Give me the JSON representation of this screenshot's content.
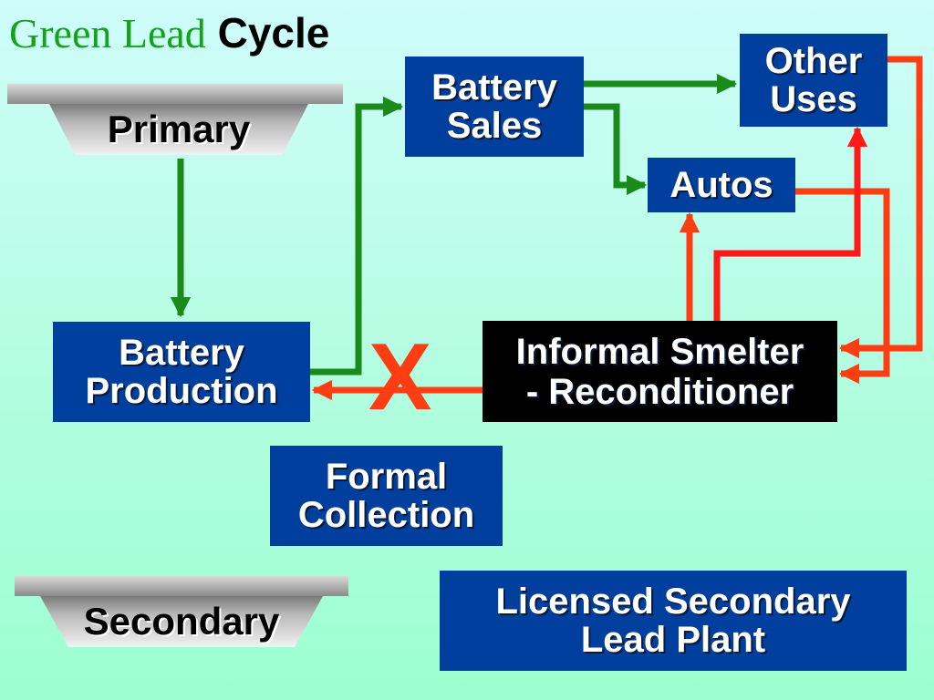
{
  "title": {
    "part1": "Green Lead",
    "part2": "Cycle"
  },
  "tiers": {
    "primary": "Primary",
    "secondary": "Secondary"
  },
  "boxes": {
    "battery_sales": "Battery\nSales",
    "other_uses": "Other\nUses",
    "autos": "Autos",
    "battery_production": "Battery\nProduction",
    "informal_smelter": "Informal Smelter\n- Reconditioner",
    "formal_collection": "Formal\nCollection",
    "licensed_plant": "Licensed Secondary\nLead Plant"
  },
  "blocked_mark": "X",
  "colors": {
    "box_blue": "#003f9e",
    "green_arrow": "#1a8a1a",
    "red_arrow": "#ff3d12",
    "title_green": "#13a21a"
  }
}
